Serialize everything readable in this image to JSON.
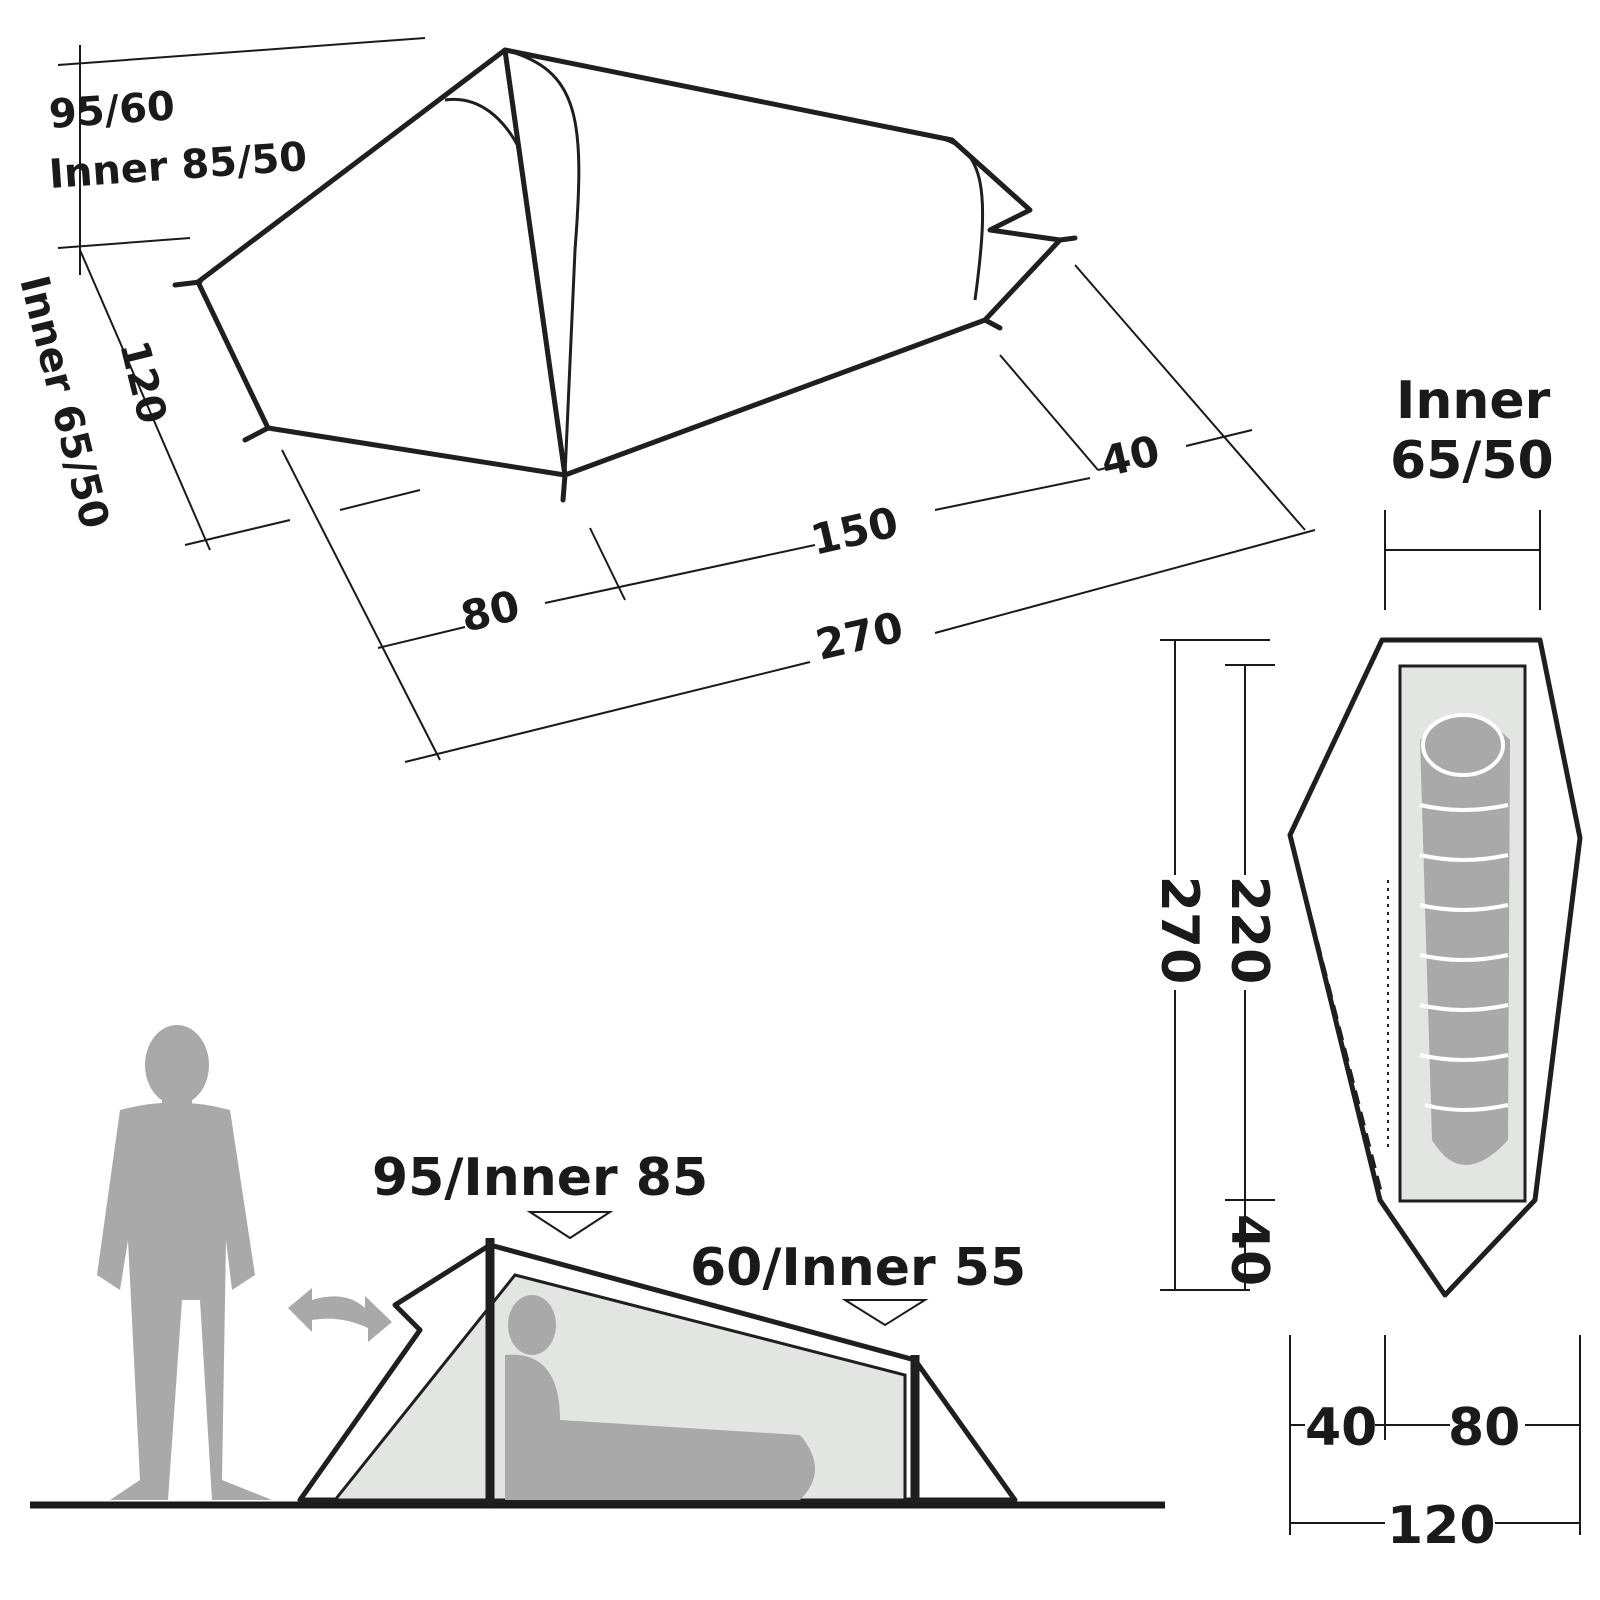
{
  "colors": {
    "ink": "#1a1a1a",
    "silhouette": "#a9a9a9",
    "inner_fill": "#e3e5e3"
  },
  "perspective": {
    "height_front": "95/60",
    "height_inner": "Inner 85/50",
    "width_outer": "120",
    "width_inner": "Inner 65/50",
    "vestibule": "80",
    "inner_length": "150",
    "rear_extension": "40",
    "total_length": "270"
  },
  "side_view": {
    "front_height": "95/Inner 85",
    "rear_height": "60/Inner 55"
  },
  "plan_view": {
    "inner_width_title": "Inner",
    "inner_width_value": "65/50",
    "total_length": "270",
    "inner_length": "220",
    "rear_space": "40",
    "vestibule_width": "40",
    "inner_width": "80",
    "total_width": "120"
  }
}
